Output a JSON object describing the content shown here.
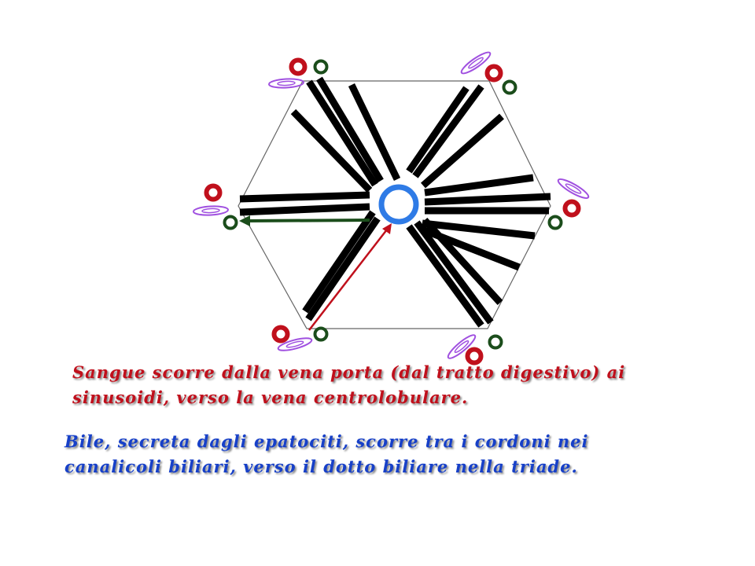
{
  "colors": {
    "blood_text": "#c0101c",
    "bile_text": "#1740c8",
    "portal_vein": "#c0101c",
    "hepatic_artery": "#1b4d1b",
    "bile_duct": "#a050e0",
    "central_vein": "#2f7be6",
    "hepatocyte_cords": "#000000",
    "lobule_outline": "#666666"
  },
  "icons": {
    "portal_vein": "red-ring-icon",
    "hepatic_artery": "green-ring-icon",
    "bile_duct": "purple-ellipse-icon",
    "central_vein": "blue-ring-icon"
  },
  "text": {
    "blood_line1": "Sangue scorre dalla vena porta (dal tratto digestivo) ai",
    "blood_line2": "sinusoidi, verso la vena centrolobulare.",
    "bile_line1": "Bile, secreta dagli epatociti, scorre tra i cordoni nei",
    "bile_line2": "canalicoli biliari, verso il dotto biliare nella triade."
  }
}
